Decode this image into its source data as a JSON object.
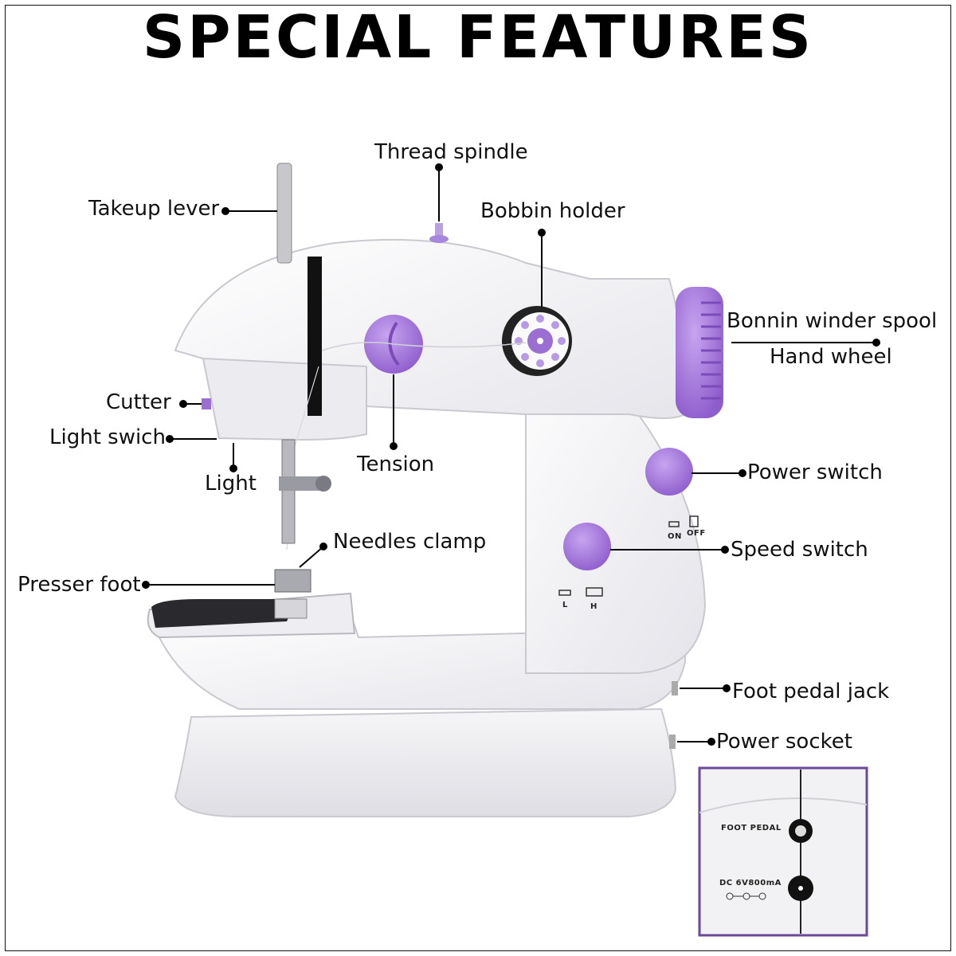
{
  "headline": "SPECIAL FEATURES",
  "labels": {
    "thread_spindle": "Thread spindle",
    "takeup_lever": "Takeup lever",
    "bobbin_holder": "Bobbin holder",
    "bonnin_winder_spool": "Bonnin winder spool",
    "hand_wheel": "Hand wheel",
    "cutter": "Cutter",
    "light_switch": "Light swich",
    "light": "Light",
    "tension": "Tension",
    "power_switch": "Power switch",
    "needles_clamp": "Needles clamp",
    "speed_switch": "Speed switch",
    "presser_foot": "Presser foot",
    "foot_pedal_jack": "Foot pedal jack",
    "power_socket": "Power socket"
  },
  "machine_markings": {
    "on": "ON",
    "off": "OFF",
    "low": "L",
    "high": "H"
  },
  "inset": {
    "foot_pedal": "FOOT PEDAL",
    "dc_rating": "DC 6V800mA"
  },
  "colors": {
    "body": "#f1f1f3",
    "accent_purple": "#9b6fd1",
    "frame": "#111111"
  }
}
